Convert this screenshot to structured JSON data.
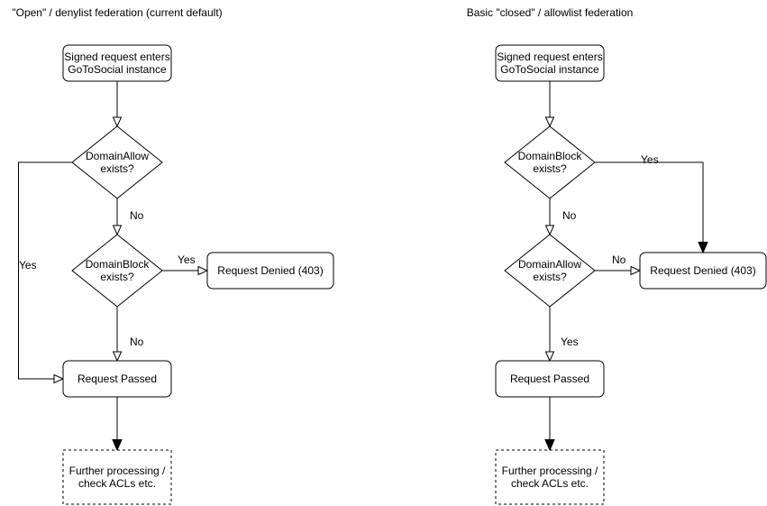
{
  "colors": {
    "stroke": "#000000",
    "background": "#ffffff",
    "text": "#000000"
  },
  "left_chart": {
    "title": "\"Open\" / denylist federation (current default)",
    "nodes": {
      "start": "Signed request enters\nGoToSocial instance",
      "decision1": "DomainAllow\nexists?",
      "decision2": "DomainBlock\nexists?",
      "denied": "Request Denied (403)",
      "passed": "Request Passed",
      "further": "Further processing /\ncheck ACLs etc."
    },
    "labels": {
      "decision1_yes": "Yes",
      "decision1_no": "No",
      "decision2_yes": "Yes",
      "decision2_no": "No"
    }
  },
  "right_chart": {
    "title": "Basic \"closed\" / allowlist federation",
    "nodes": {
      "start": "Signed request enters\nGoToSocial instance",
      "decision1": "DomainBlock\nexists?",
      "decision2": "DomainAllow\nexists?",
      "denied": "Request Denied (403)",
      "passed": "Request Passed",
      "further": "Further processing /\ncheck ACLs etc."
    },
    "labels": {
      "decision1_yes": "Yes",
      "decision1_no": "No",
      "decision2_no": "No",
      "decision2_yes": "Yes"
    }
  }
}
